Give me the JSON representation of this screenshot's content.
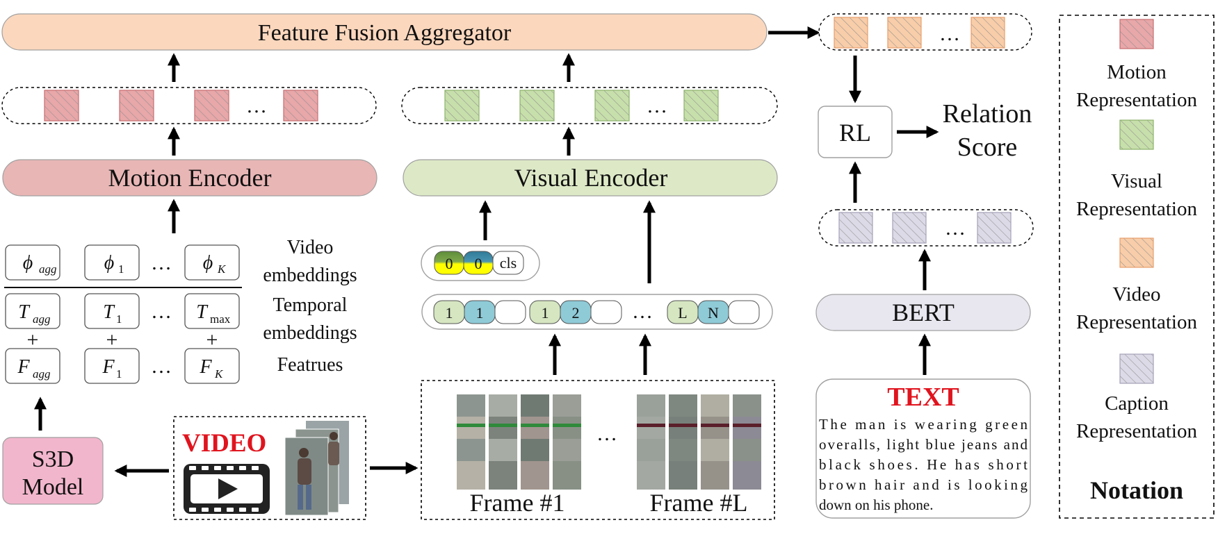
{
  "nodes": {
    "fusion": "Feature Fusion Aggregator",
    "motion_encoder": "Motion Encoder",
    "visual_encoder": "Visual Encoder",
    "rl": "RL",
    "bert": "BERT",
    "s3d_line1": "S3D",
    "s3d_line2": "Model",
    "relation_score_line1": "Relation",
    "relation_score_line2": "Score"
  },
  "embeddings": {
    "row_labels": {
      "video_1": "Video",
      "video_2": "embeddings",
      "temporal_1": "Temporal",
      "temporal_2": "embeddings",
      "features": "Featrues"
    },
    "phi": {
      "agg": "agg",
      "one": "1",
      "k": "K"
    },
    "temporal": {
      "agg": "agg",
      "one": "1",
      "max": "max"
    },
    "features": {
      "agg": "agg",
      "one": "1",
      "k": "K"
    },
    "plus": "+",
    "ellipsis": "…"
  },
  "tokens": {
    "cls_group": {
      "a": "0",
      "b": "0",
      "cls": "cls"
    },
    "groups": [
      {
        "a": "1",
        "b": "1"
      },
      {
        "a": "1",
        "b": "2"
      },
      {
        "a": "L",
        "b": "N"
      }
    ]
  },
  "video": {
    "label": "VIDEO"
  },
  "frames": {
    "first": "Frame #1",
    "last": "Frame #L"
  },
  "text": {
    "title": "TEXT",
    "lines": [
      "The man is wearing green",
      "overalls, light blue jeans and",
      "black shoes. He has short",
      "brown hair and is looking",
      "down on his phone."
    ]
  },
  "notation": {
    "title": "Notation",
    "items": [
      {
        "line1": "Motion",
        "line2": "Representation",
        "color": "#e8a7a9"
      },
      {
        "line1": "Visual",
        "line2": "Representation",
        "color": "#c7dfab"
      },
      {
        "line1": "Video",
        "line2": "Representation",
        "color": "#f8cda9"
      },
      {
        "line1": "Caption",
        "line2": "Representation",
        "color": "#dcdae6"
      }
    ]
  },
  "colors": {
    "fusion_fill": "#fbd7bd",
    "motion_fill": "#e8b6b5",
    "visual_fill": "#dde9c6",
    "bert_fill": "#e8e7ef",
    "s3d_fill": "#f2b6cc",
    "motion_rep": "#e8a7a9",
    "visual_rep": "#c7dfab",
    "video_rep": "#f8cda9",
    "caption_rep": "#dcdae6",
    "token_green": "#d5e6c1",
    "token_blue": "#8fcad7",
    "token_yellow": "#ffff00",
    "token_olive": "#5f8d3a",
    "token_teal": "#2f7b99",
    "text_red": "#e0141e",
    "video_red": "#e0141e"
  }
}
